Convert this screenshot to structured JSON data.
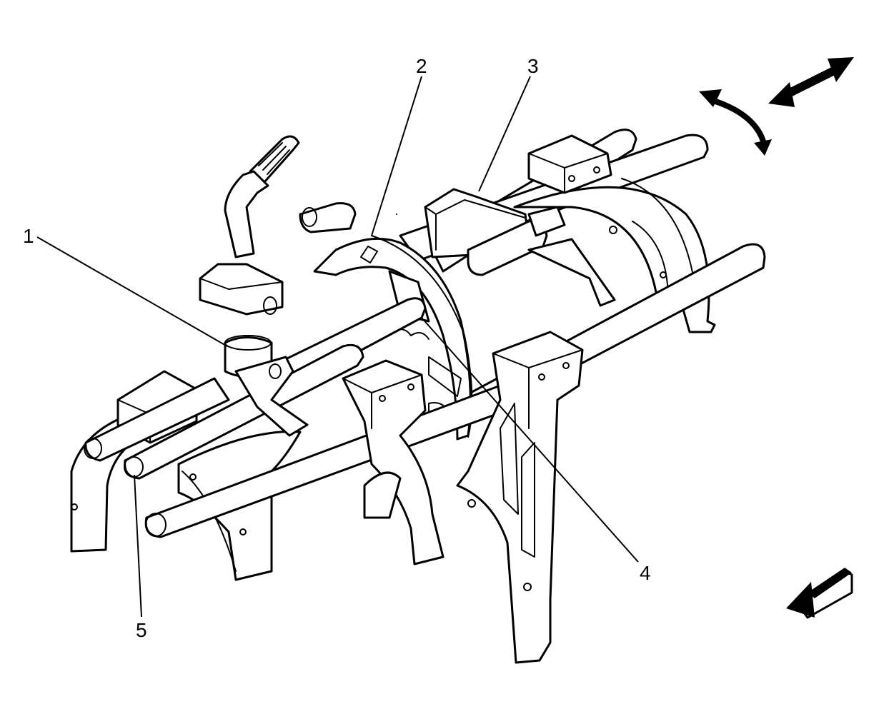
{
  "callouts": [
    {
      "id": "1",
      "label": "1"
    },
    {
      "id": "2",
      "label": "2"
    },
    {
      "id": "3",
      "label": "3"
    },
    {
      "id": "4",
      "label": "4"
    },
    {
      "id": "5",
      "label": "5"
    }
  ],
  "icons": {
    "rotate": "curved-double-arrow-icon",
    "axial": "straight-double-arrow-icon",
    "view": "view-direction-arrow-icon"
  },
  "colors": {
    "line": "#000000",
    "background": "#ffffff"
  }
}
